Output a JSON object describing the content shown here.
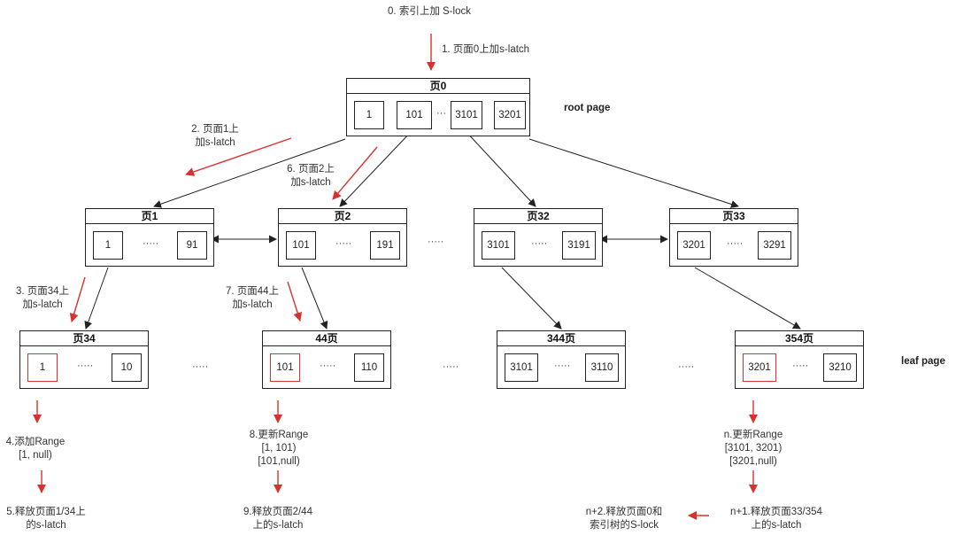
{
  "steps": {
    "s0": "0. 索引上加 S-lock",
    "s1": "1. 页面0上加s-latch",
    "s2a": "2. 页面1上",
    "s2b": "加s-latch",
    "s6a": "6. 页面2上",
    "s6b": "加s-latch",
    "s3a": "3. 页面34上",
    "s3b": "加s-latch",
    "s7a": "7. 页面44上",
    "s7b": "加s-latch",
    "s4a": "4.添加Range",
    "s4b": "[1, null)",
    "s8a": "8.更新Range",
    "s8b": "[1, 101)",
    "s8c": "[101,null)",
    "sna": "n.更新Range",
    "snb": "[3101, 3201)",
    "snc": "[3201,null)",
    "s5a": "5.释放页面1/34上",
    "s5b": "的s-latch",
    "s9a": "9.释放页面2/44",
    "s9b": "上的s-latch",
    "sn1a": "n+1.释放页面33/354",
    "sn1b": "上的s-latch",
    "sn2a": "n+2.释放页面0和",
    "sn2b": "索引树的S-lock"
  },
  "side_labels": {
    "root": "root page",
    "leaf": "leaf page"
  },
  "ellipsis": "·····",
  "ellipsis_root": "···",
  "pages": {
    "root": {
      "title": "页0",
      "keys": [
        "1",
        "101",
        "3101",
        "3201"
      ]
    },
    "p1": {
      "title": "页1",
      "keys": [
        "1",
        "91"
      ]
    },
    "p2": {
      "title": "页2",
      "keys": [
        "101",
        "191"
      ]
    },
    "p32": {
      "title": "页32",
      "keys": [
        "3101",
        "3191"
      ]
    },
    "p33": {
      "title": "页33",
      "keys": [
        "3201",
        "3291"
      ]
    },
    "p34": {
      "title": "页34",
      "keys": [
        "1",
        "10"
      ]
    },
    "p44": {
      "title": "44页",
      "keys": [
        "101",
        "110"
      ]
    },
    "p344": {
      "title": "344页",
      "keys": [
        "3101",
        "3110"
      ]
    },
    "p354": {
      "title": "354页",
      "keys": [
        "3201",
        "3210"
      ]
    }
  },
  "colors": {
    "lock_arrow": "#d9312d",
    "link": "#222222"
  }
}
